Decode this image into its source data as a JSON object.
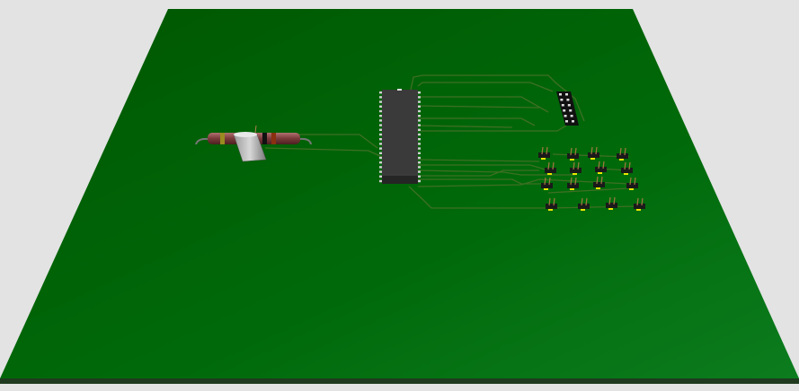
{
  "viewer": {
    "background_color": "#e3e3e3",
    "board_color_dark": "#005800",
    "board_color_light": "#0b7a1c",
    "trace_color": "#3f6f24",
    "pad_color": "#e8e800",
    "chip_color": "#3a3a3a"
  },
  "components": {
    "ic": {
      "pins_per_side": 20
    },
    "header": {
      "pins": 12
    },
    "switches": {
      "count": 16
    }
  }
}
